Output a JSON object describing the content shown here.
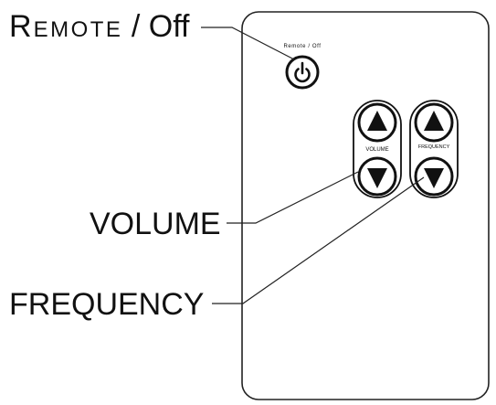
{
  "remote_label": {
    "initial": "R",
    "rest": "EMOTE",
    "sep": " / ",
    "off": "Off"
  },
  "volume_label": "VOLUME",
  "frequency_label": "FREQUENCY",
  "panel": {
    "power_label": "Remote / Off",
    "volume_text": "VOLUME",
    "frequency_text": "FREQUENCY"
  },
  "icons": {
    "power": "power-icon",
    "volume_up": "up-triangle-icon",
    "volume_down": "down-triangle-icon",
    "frequency_up": "up-triangle-icon",
    "frequency_down": "down-triangle-icon"
  }
}
